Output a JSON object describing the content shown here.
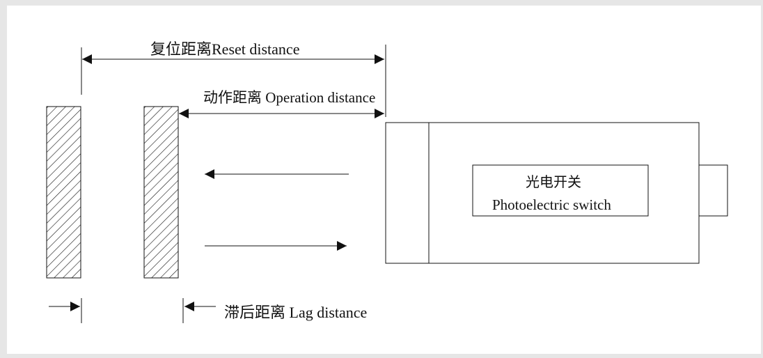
{
  "labels": {
    "reset_distance": "复位距离Reset distance",
    "operation_distance": "动作距离  Operation distance",
    "lag_distance": "滞后距离 Lag distance",
    "switch_title_cn": "光电开关",
    "switch_title_en": "Photoelectric switch"
  },
  "colors": {
    "line": "#111111",
    "background": "#ffffff",
    "border": "#e6e6e6"
  }
}
